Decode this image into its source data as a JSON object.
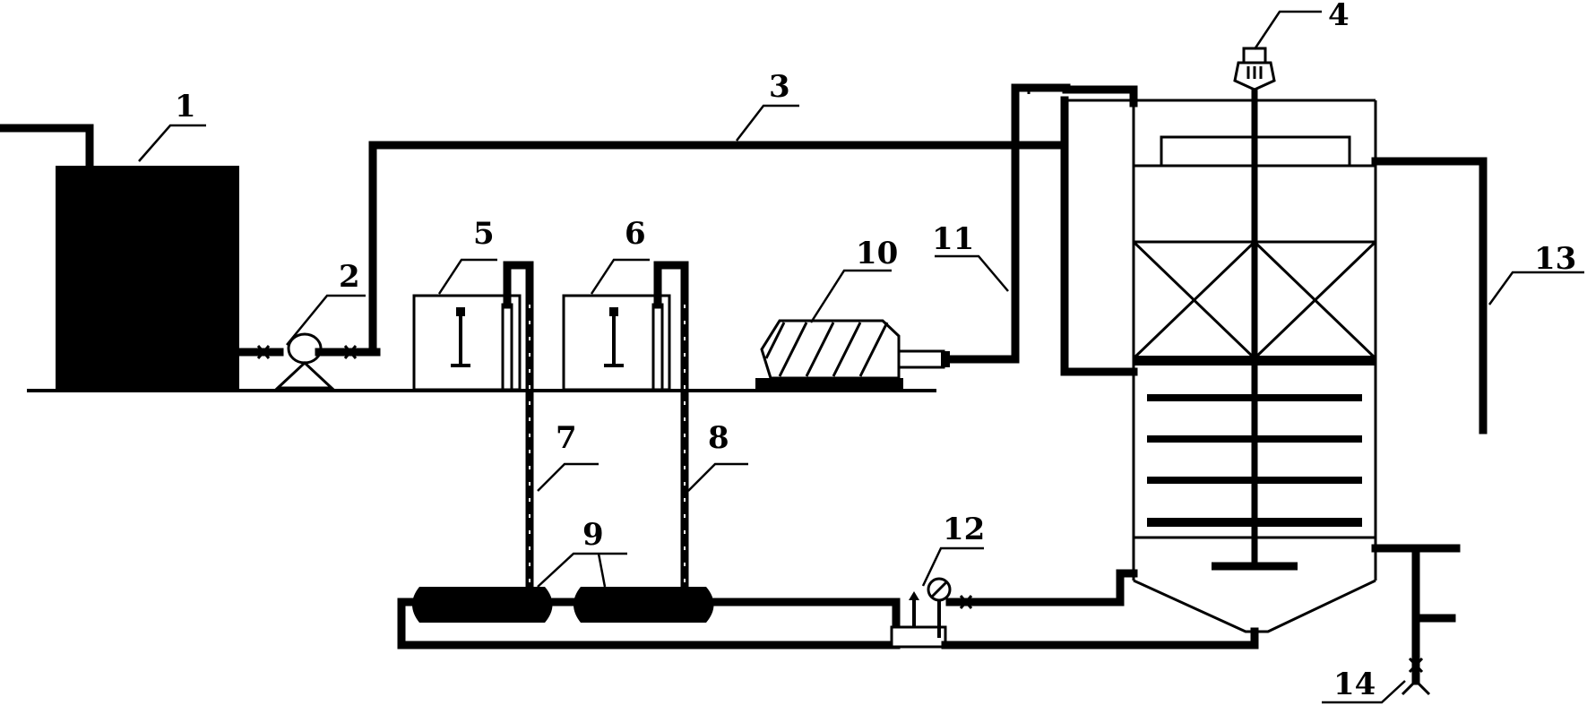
{
  "diagram": {
    "labels": [
      {
        "id": "l1",
        "text": "1"
      },
      {
        "id": "l2",
        "text": "2"
      },
      {
        "id": "l3",
        "text": "3"
      },
      {
        "id": "l4",
        "text": "4"
      },
      {
        "id": "l5",
        "text": "5"
      },
      {
        "id": "l6",
        "text": "6"
      },
      {
        "id": "l7",
        "text": "7"
      },
      {
        "id": "l8",
        "text": "8"
      },
      {
        "id": "l9",
        "text": "9"
      },
      {
        "id": "l10",
        "text": "10"
      },
      {
        "id": "l11",
        "text": "11"
      },
      {
        "id": "l12",
        "text": "12"
      },
      {
        "id": "l13",
        "text": "13"
      },
      {
        "id": "l14",
        "text": "14"
      }
    ]
  }
}
